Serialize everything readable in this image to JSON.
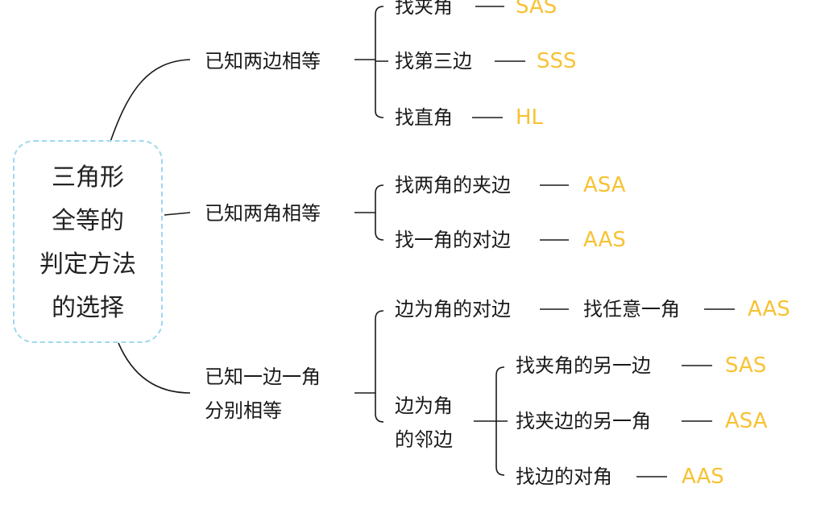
{
  "root": {
    "lines": [
      "三角形",
      "全等的",
      "判定方法",
      "的选择"
    ]
  },
  "branches": {
    "two_sides": {
      "label": "已知两边相等",
      "items": [
        {
          "text": "找夹角",
          "answer": "SAS"
        },
        {
          "text": "找第三边",
          "answer": "SSS"
        },
        {
          "text": "找直角",
          "answer": "HL"
        }
      ]
    },
    "two_angles": {
      "label": "已知两角相等",
      "items": [
        {
          "text": "找两角的夹边",
          "answer": "ASA"
        },
        {
          "text": "找一角的对边",
          "answer": "AAS"
        }
      ]
    },
    "side_angle": {
      "label_lines": [
        "已知一边一角",
        "分别相等"
      ],
      "opposite": {
        "text": "边为角的对边",
        "next": "找任意一角",
        "answer": "AAS"
      },
      "adjacent": {
        "label_lines": [
          "边为角",
          "的邻边"
        ],
        "items": [
          {
            "text": "找夹角的另一边",
            "answer": "SAS"
          },
          {
            "text": "找夹边的另一角",
            "answer": "ASA"
          },
          {
            "text": "找边的对角",
            "answer": "AAS"
          }
        ]
      }
    }
  }
}
